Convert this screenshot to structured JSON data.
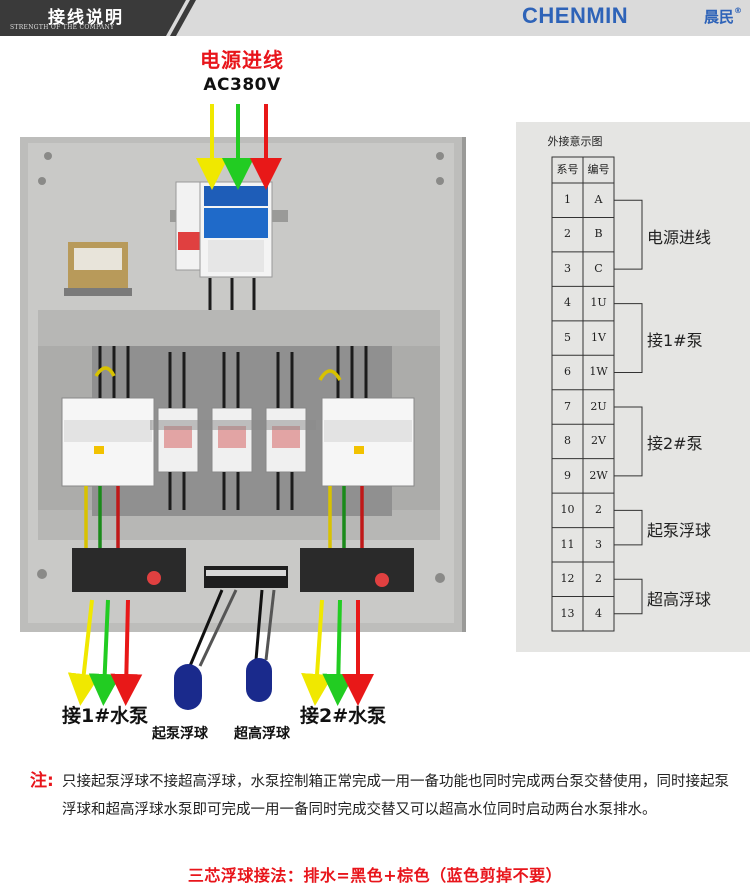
{
  "header": {
    "title": "接线说明",
    "subtitle": "STRENGTH OF THE COMPANY",
    "brand_name": "CHENMIN",
    "brand_cn": "晨民",
    "brand_mark": "®"
  },
  "power_input": {
    "title": "电源进线",
    "voltage": "AC380V"
  },
  "bottom_labels": {
    "pump1": "接1#水泵",
    "pump2": "接2#水泵",
    "float_start": "起泵浮球",
    "float_high": "超高浮球"
  },
  "note": {
    "mark": "注:",
    "text": "只接起泵浮球不接超高浮球，水泵控制箱正常完成一用一备功能也同时完成两台泵交替使用，同时接起泵浮球和超高浮球水泵即可完成一用一备同时完成交替又可以超高水位同时启动两台水泵排水。",
    "wiring": "三芯浮球接法：排水=黑色+棕色（蓝色剪掉不要）"
  },
  "terminal_table": {
    "title": "外接意示图",
    "col_headers": [
      "系号",
      "编号"
    ],
    "rows": [
      {
        "no": "1",
        "code": "A"
      },
      {
        "no": "2",
        "code": "B"
      },
      {
        "no": "3",
        "code": "C"
      },
      {
        "no": "4",
        "code": "1U"
      },
      {
        "no": "5",
        "code": "1V"
      },
      {
        "no": "6",
        "code": "1W"
      },
      {
        "no": "7",
        "code": "2U"
      },
      {
        "no": "8",
        "code": "2V"
      },
      {
        "no": "9",
        "code": "2W"
      },
      {
        "no": "10",
        "code": "2"
      },
      {
        "no": "11",
        "code": "3"
      },
      {
        "no": "12",
        "code": "2"
      },
      {
        "no": "13",
        "code": "4"
      }
    ],
    "groups": [
      {
        "label": "电源进线",
        "rows": [
          1,
          3
        ]
      },
      {
        "label": "接1#泵",
        "rows": [
          4,
          6
        ]
      },
      {
        "label": "接2#泵",
        "rows": [
          7,
          9
        ]
      },
      {
        "label": "起泵浮球",
        "rows": [
          10,
          11
        ]
      },
      {
        "label": "超高浮球",
        "rows": [
          12,
          13
        ]
      }
    ]
  },
  "colors": {
    "accent_red": "#e8151b",
    "wire_yellow": "#f0e800",
    "wire_green": "#22cc22",
    "wire_red": "#e81818",
    "brand_blue": "#2e63b8",
    "float_blue": "#1a2a8c"
  }
}
